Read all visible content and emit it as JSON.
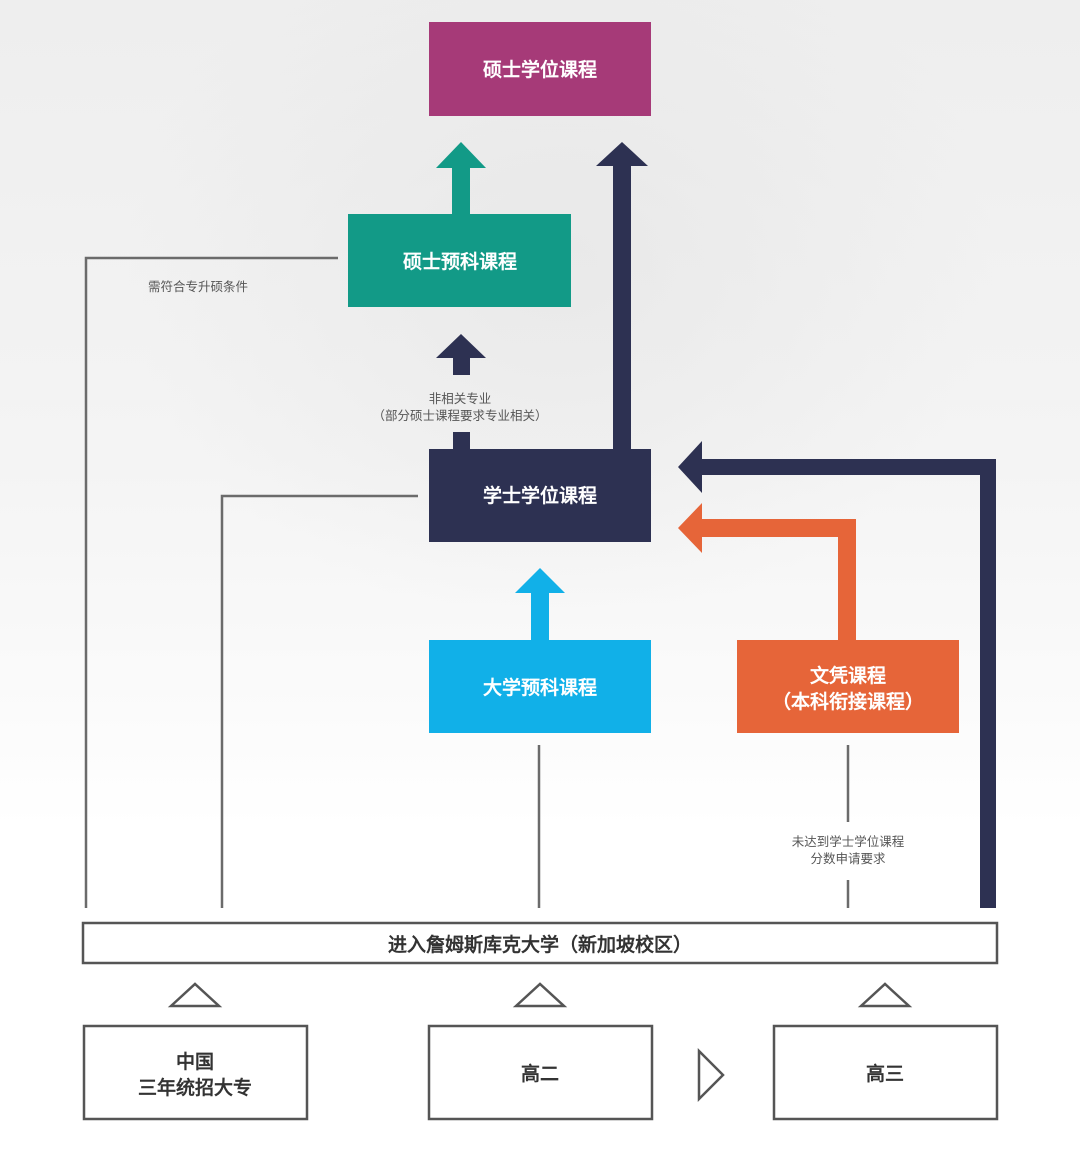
{
  "colors": {
    "master": "#a63a78",
    "master_prep": "#129a87",
    "bachelor": "#2d3152",
    "foundation": "#11b0e8",
    "diploma": "#e66539",
    "line": "#6b6b6b",
    "box_border": "#555555"
  },
  "boxes": {
    "master": "硕士学位课程",
    "master_prep": "硕士预科课程",
    "bachelor": "学士学位课程",
    "foundation": "大学预科课程",
    "diploma_line1": "文凭课程",
    "diploma_line2": "（本科衔接课程）",
    "entry": "进入詹姆斯库克大学（新加坡校区）",
    "origin_china_line1": "中国",
    "origin_china_line2": "三年统招大专",
    "origin_g2": "高二",
    "origin_g3": "高三"
  },
  "notes": {
    "upgrade_condition": "需符合专升硕条件",
    "unrelated_line1": "非相关专业",
    "unrelated_line2": "（部分硕士课程要求专业相关）",
    "not_met_line1": "未达到学士学位课程",
    "not_met_line2": "分数申请要求"
  }
}
